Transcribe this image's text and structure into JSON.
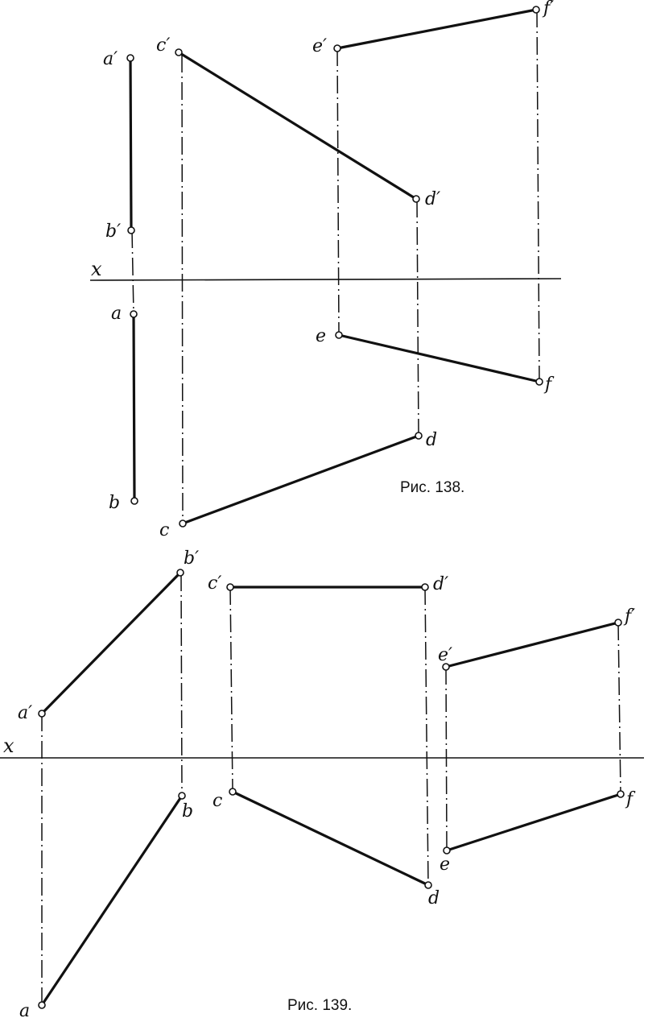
{
  "figures": [
    {
      "caption": "Рис. 138.",
      "axis_label": "x",
      "points": {
        "a1": "a′",
        "b1": "b′",
        "a": "a",
        "b": "b",
        "c1": "c′",
        "d1": "d′",
        "c": "c",
        "d": "d",
        "e1": "e′",
        "f1": "f′",
        "e": "e",
        "f": "f"
      }
    },
    {
      "caption": "Рис. 139.",
      "axis_label": "x",
      "points": {
        "a1": "a′",
        "b1": "b′",
        "a": "a",
        "b": "b",
        "c1": "c′",
        "d1": "d′",
        "c": "c",
        "d": "d",
        "e1": "e′",
        "f1": "f′",
        "e": "e",
        "f": "f"
      }
    }
  ]
}
